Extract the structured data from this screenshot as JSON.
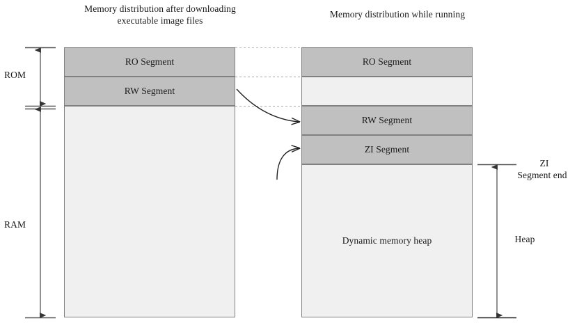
{
  "figure": {
    "left_panel": {
      "title": "Memory distribution after downloading executable image files",
      "segments": [
        {
          "label": "RO Segment",
          "fill": "#c0c0c0"
        },
        {
          "label": "RW Segment",
          "fill": "#c0c0c0"
        },
        {
          "label": "",
          "fill": "#f0f0f0"
        }
      ]
    },
    "right_panel": {
      "title": "Memory distribution while running",
      "segments": [
        {
          "label": "RO Segment",
          "fill": "#c0c0c0"
        },
        {
          "label": "",
          "fill": "#f0f0f0"
        },
        {
          "label": "RW Segment",
          "fill": "#c0c0c0"
        },
        {
          "label": "ZI Segment",
          "fill": "#c0c0c0"
        },
        {
          "label": "Dynamic memory heap",
          "fill": "#f0f0f0"
        }
      ]
    },
    "left_axis": {
      "rom_label": "ROM",
      "ram_label": "RAM"
    },
    "right_axis": {
      "zi_end_line1": "ZI",
      "zi_end_line2": "Segment end",
      "heap_label": "Heap"
    },
    "colors": {
      "segment_dark": "#c0c0c0",
      "segment_light": "#f0f0f0",
      "border": "#808080",
      "line": "#595959",
      "dotted": "#b3b3b3",
      "background": "#ffffff"
    }
  }
}
